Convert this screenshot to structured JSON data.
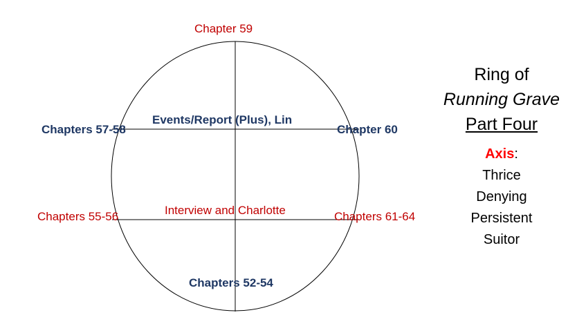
{
  "diagram": {
    "top": "Chapter 59",
    "upper_left": "Chapters 57-58",
    "upper_center": "Events/Report (Plus), Lin",
    "upper_right": "Chapter 60",
    "lower_left": "Chapters 55-56",
    "lower_center": "Interview and Charlotte",
    "lower_right": "Chapters 61-64",
    "bottom": "Chapters 52-54"
  },
  "sidebar": {
    "title_line1": "Ring of",
    "title_line2": "Running Grave",
    "title_line3": "Part Four",
    "axis_label": "Axis",
    "axis_colon": ":",
    "axis_words": [
      "Thrice",
      "Denying",
      "Persistent",
      "Suitor"
    ]
  },
  "colors": {
    "red": "#c00000",
    "navy": "#1f3864",
    "axis": "#ff0000"
  }
}
